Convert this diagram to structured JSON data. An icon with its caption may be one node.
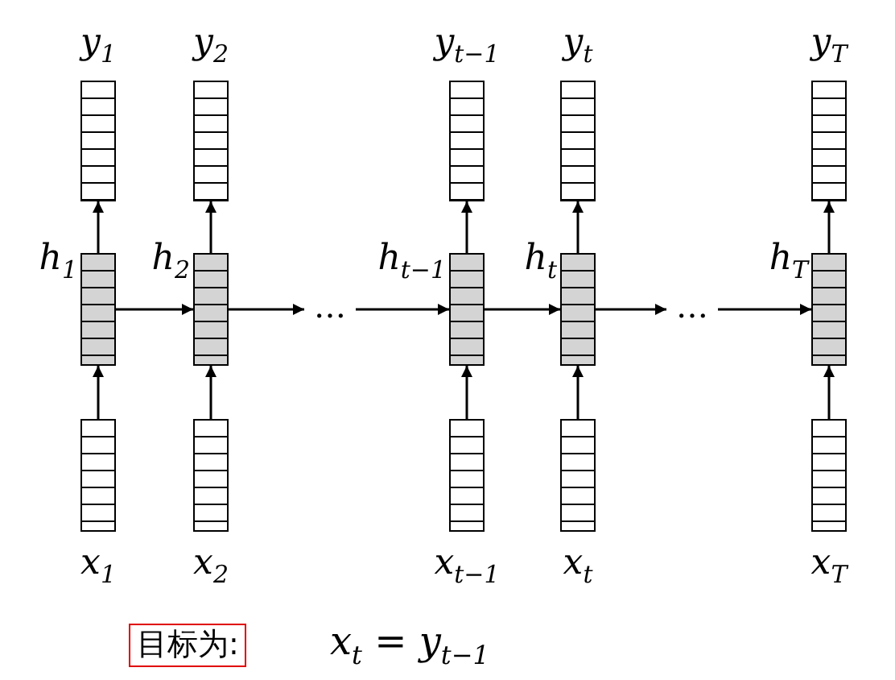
{
  "diagram": {
    "nodes": [
      {
        "text": [
          "y$_{1}$"
        ]
      },
      {
        "text": [
          "y$_{2}$"
        ]
      },
      {
        "text": [
          "y$_{t−1}$"
        ]
      },
      {
        "text": [
          "y$_{t}$"
        ]
      },
      {
        "text": [
          "y$_{T}$"
        ]
      },
      {
        "text": [
          "h$_{1}$"
        ]
      },
      {
        "text": [
          "h$_{2}$"
        ]
      },
      {
        "text": [
          "…"
        ]
      },
      {
        "text": [
          "h$_{t−1}$"
        ]
      },
      {
        "text": [
          "h$_{t}$"
        ]
      },
      {
        "text": [
          "…"
        ]
      },
      {
        "text": [
          "h$_{T}$"
        ]
      },
      {
        "text": [
          "x$_{1}$"
        ]
      },
      {
        "text": [
          "x$_{2}$"
        ]
      },
      {
        "text": [
          "x$_{t−1}$"
        ]
      },
      {
        "text": [
          "x$_{t}$"
        ]
      },
      {
        "text": [
          "x$_{T}$"
        ]
      },
      {
        "text": [
          "目标为:"
        ]
      }
    ],
    "edges": [
      {
        "from": 12,
        "to": 5,
        "arrow": "to"
      },
      {
        "from": 13,
        "to": 6,
        "arrow": "to"
      },
      {
        "from": 14,
        "to": 8,
        "arrow": "to"
      },
      {
        "from": 15,
        "to": 9,
        "arrow": "to"
      },
      {
        "from": 16,
        "to": 11,
        "arrow": "to"
      },
      {
        "from": 5,
        "to": 0,
        "arrow": "to"
      },
      {
        "from": 6,
        "to": 1,
        "arrow": "to"
      },
      {
        "from": 8,
        "to": 2,
        "arrow": "to"
      },
      {
        "from": 9,
        "to": 3,
        "arrow": "to"
      },
      {
        "from": 11,
        "to": 4,
        "arrow": "to"
      },
      {
        "from": 5,
        "to": 6,
        "arrow": "to"
      },
      {
        "from": 6,
        "to": 7,
        "arrow": "to"
      },
      {
        "from": 7,
        "to": 8,
        "arrow": "to"
      },
      {
        "from": 8,
        "to": 9,
        "arrow": "to"
      },
      {
        "from": 9,
        "to": 10,
        "arrow": "to"
      },
      {
        "from": 10,
        "to": 11,
        "arrow": "to"
      }
    ],
    "labels": [
      "x$_{t}$ = y$_{t−1}$"
    ]
  }
}
